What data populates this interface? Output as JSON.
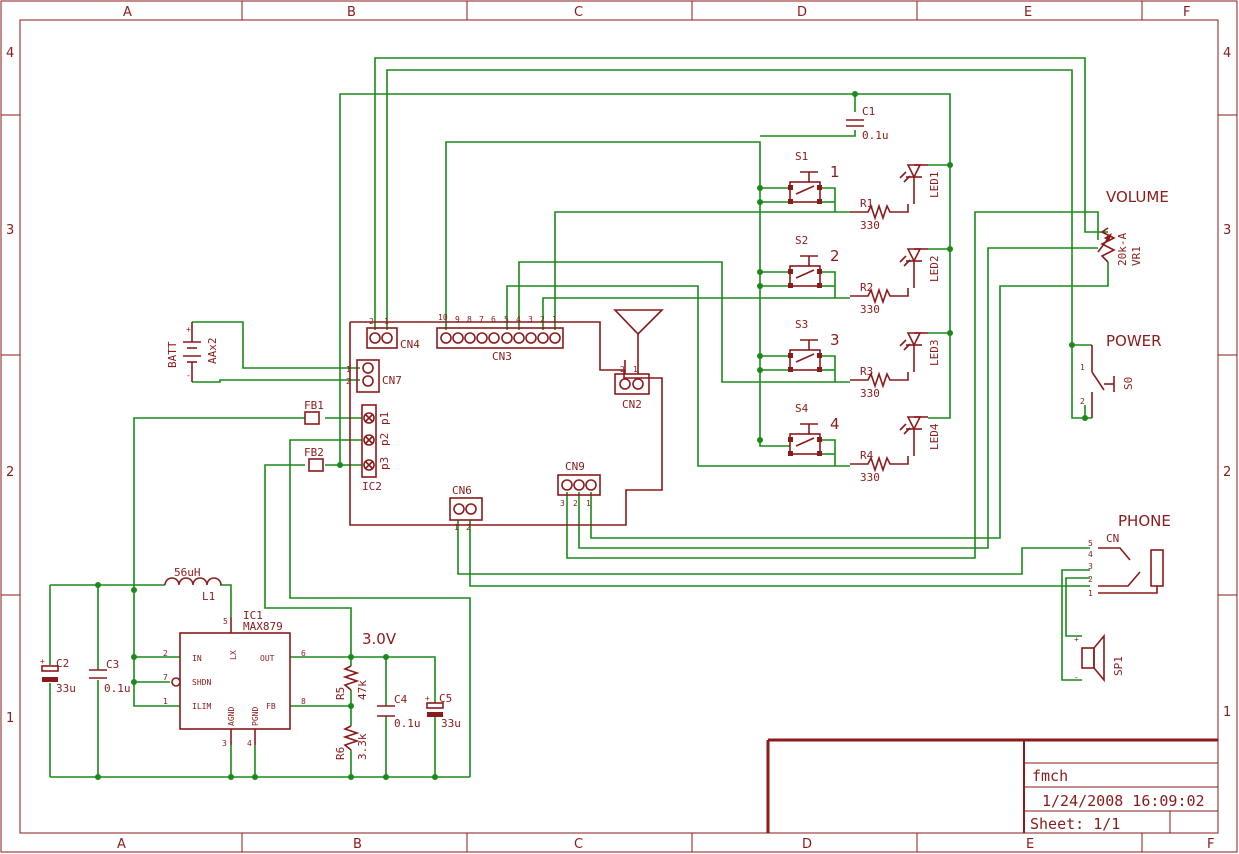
{
  "frame": {
    "cols": [
      "A",
      "B",
      "C",
      "D",
      "E",
      "F"
    ],
    "rows": [
      "4",
      "3",
      "2",
      "1"
    ]
  },
  "title_block": {
    "author": "fmch",
    "datetime": "1/24/2008 16:09:02",
    "sheet": "Sheet: 1/1"
  },
  "labels": {
    "volume": "VOLUME",
    "power": "POWER",
    "phone": "PHONE",
    "rail": "3.0V",
    "batt": "BATT",
    "batt_val": "AAx2",
    "vr1": "VR1",
    "vr1_val": "20k-A",
    "s0": "S0",
    "sp1": "SP1",
    "cn": "CN",
    "cn2": "CN2",
    "cn3": "CN3",
    "cn4": "CN4",
    "cn6": "CN6",
    "cn7": "CN7",
    "cn9": "CN9",
    "ic2": "IC2",
    "fb1": "FB1",
    "fb2": "FB2",
    "p1": "p1",
    "p2": "p2",
    "p3": "p3",
    "c1": "C1",
    "c1_val": "0.1u",
    "c2": "C2",
    "c2_val": "33u",
    "c3": "C3",
    "c3_val": "0.1u",
    "c4": "C4",
    "c4_val": "0.1u",
    "c5": "C5",
    "c5_val": "33u",
    "l1": "L1",
    "l1_val": "56uH",
    "ic1": "IC1",
    "ic1_val": "MAX879",
    "ic1_in": "IN",
    "ic1_shdn": "SHDN",
    "ic1_ilim": "ILIM",
    "ic1_lx": "LX",
    "ic1_out": "OUT",
    "ic1_fb": "FB",
    "ic1_agnd": "AGND",
    "ic1_pgnd": "PGND",
    "r5": "R5",
    "r5_val": "47k",
    "r6": "R6",
    "r6_val": "3.3k",
    "val_330": "330"
  },
  "switches": [
    {
      "name": "S1",
      "num": "1",
      "r": "R1",
      "led": "LED1"
    },
    {
      "name": "S2",
      "num": "2",
      "r": "R2",
      "led": "LED2"
    },
    {
      "name": "S3",
      "num": "3",
      "r": "R3",
      "led": "LED3"
    },
    {
      "name": "S4",
      "num": "4",
      "r": "R4",
      "led": "LED4"
    }
  ],
  "colors": {
    "part": "#8b1a1a",
    "wire": "#1a8a1a"
  }
}
